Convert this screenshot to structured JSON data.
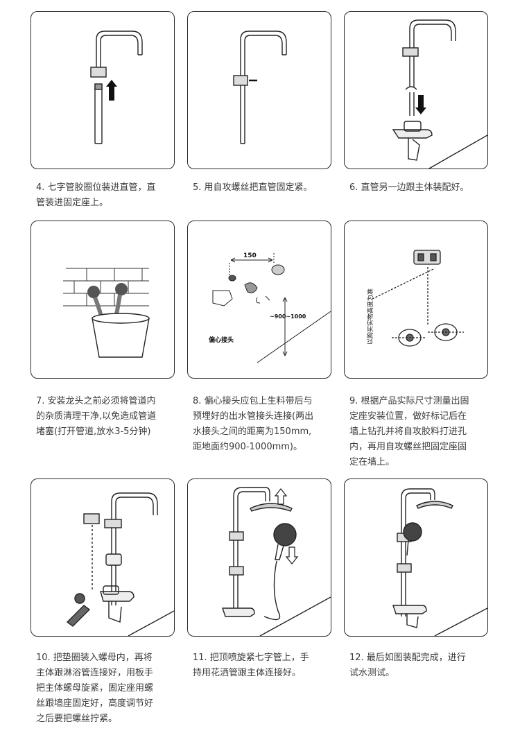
{
  "steps": [
    {
      "caption": "4. 七字管胶圈位装进直管，直\n管装进固定座上。"
    },
    {
      "caption": "5. 用自攻螺丝把直管固定紧。"
    },
    {
      "caption": "6. 直管另一边跟主体装配好。"
    },
    {
      "caption": "7. 安装龙头之前必须将管道内\n的杂质清理干净,以免造成管道\n堵塞(打开管道,放水3-5分钟)"
    },
    {
      "caption": "8. 偏心接头应包上生料带后与\n预埋好的出水管接头连接(两出\n水接头之间的距离为150mm,\n距地面约900-1000mm)。"
    },
    {
      "caption": "9. 根据产品实际尺寸测量出固\n定座安装位置，做好标记后在\n墙上钻孔并将自攻胶料打进孔\n内，再用自攻螺丝把固定座固\n定在墙上。"
    },
    {
      "caption": "10. 把垫圈装入螺母内，再将\n主体跟淋浴管连接好，用板手\n把主体螺母旋紧，固定座用螺\n丝跟墙座固定好，高度调节好\n之后要把螺丝拧紧。"
    },
    {
      "caption": "11. 把顶喷旋紧七字管上，手\n持用花洒管跟主体连接好。"
    },
    {
      "caption": "12. 最后如图装配完成，进行\n试水测试。"
    }
  ],
  "labels": {
    "dim_150": "150",
    "dim_height": "~900~1000",
    "eccentric_joint": "偏心接头",
    "vertical_note": "以购买实物高度为准"
  }
}
